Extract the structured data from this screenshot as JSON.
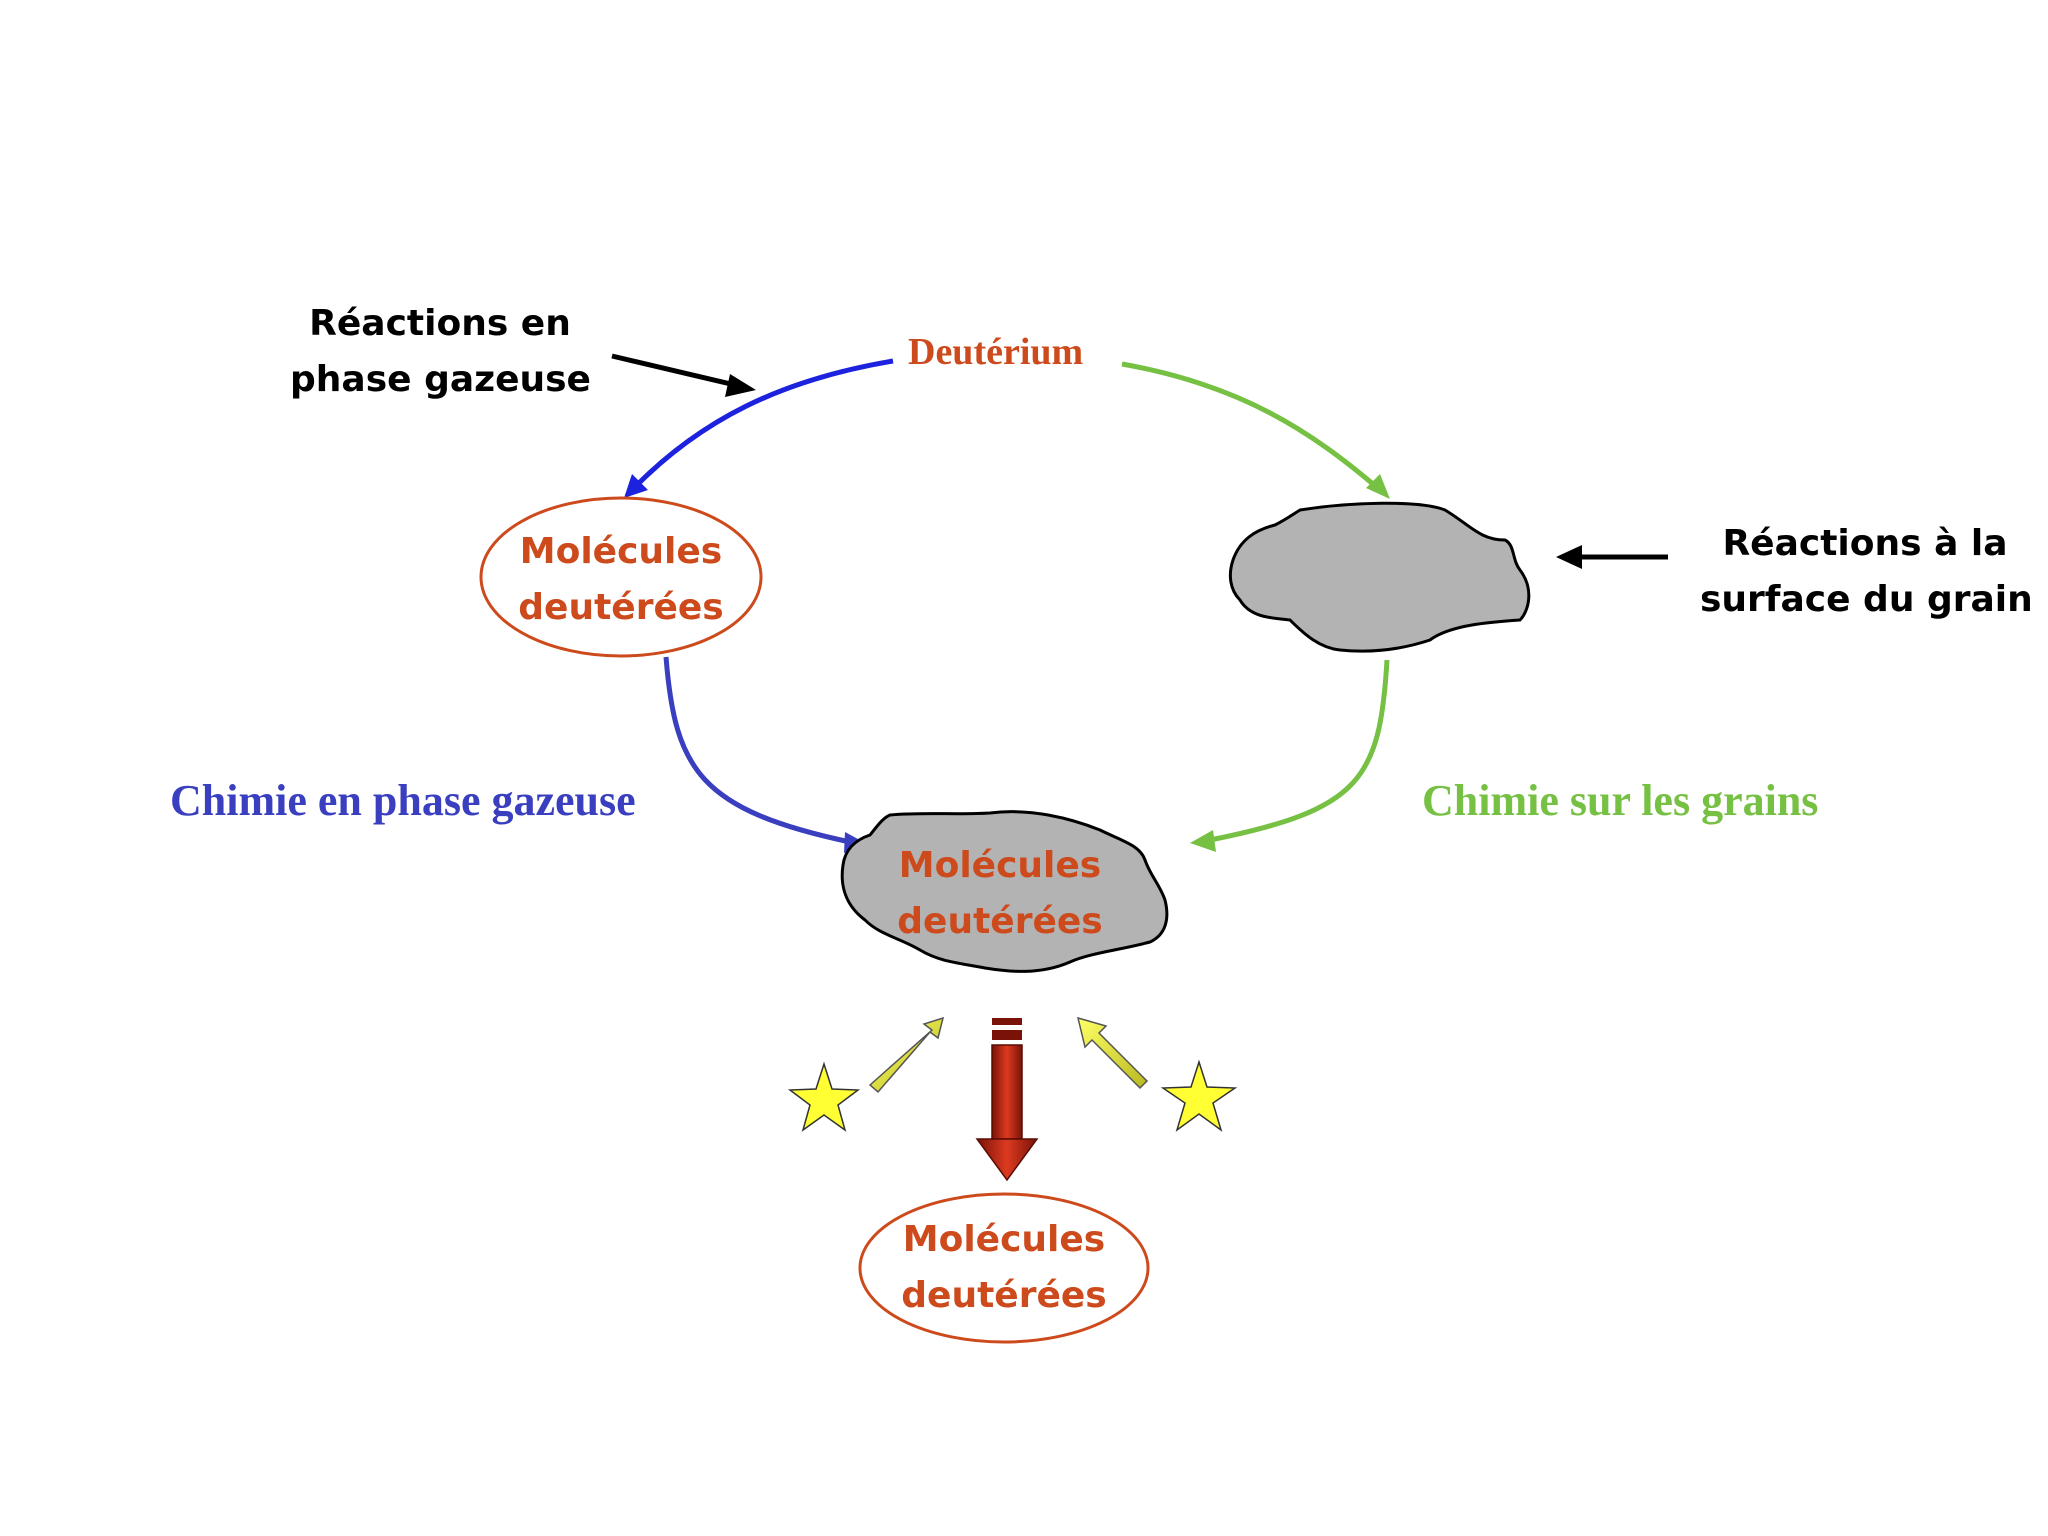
{
  "colors": {
    "orange": "#cc4a1c",
    "blue": "#1c22dd",
    "blue_label": "#3a3fbf",
    "green": "#76c043",
    "grain_fill": "#b3b3b3",
    "star": "#ffff33",
    "star_arrow": "#e6e63c",
    "down_arrow": "#c8281a"
  },
  "labels": {
    "deuterium": "Deutérium",
    "gas_reactions_line1": "Réactions en",
    "gas_reactions_line2": "phase gazeuse",
    "surface_reactions_line1": "Réactions à la",
    "surface_reactions_line2": "surface du grain",
    "gas_chemistry": "Chimie en phase gazeuse",
    "grain_chemistry": "Chimie sur les grains"
  },
  "nodes": {
    "gas_molecules": {
      "line1": "Molécules",
      "line2": "deutérées"
    },
    "grain_molecules": {
      "line1": "Molécules",
      "line2": "deutérées"
    },
    "released_molecules": {
      "line1": "Molécules",
      "line2": "deutérées"
    }
  },
  "icons": {
    "grain": "dust-grain-icon",
    "star": "star-icon"
  }
}
